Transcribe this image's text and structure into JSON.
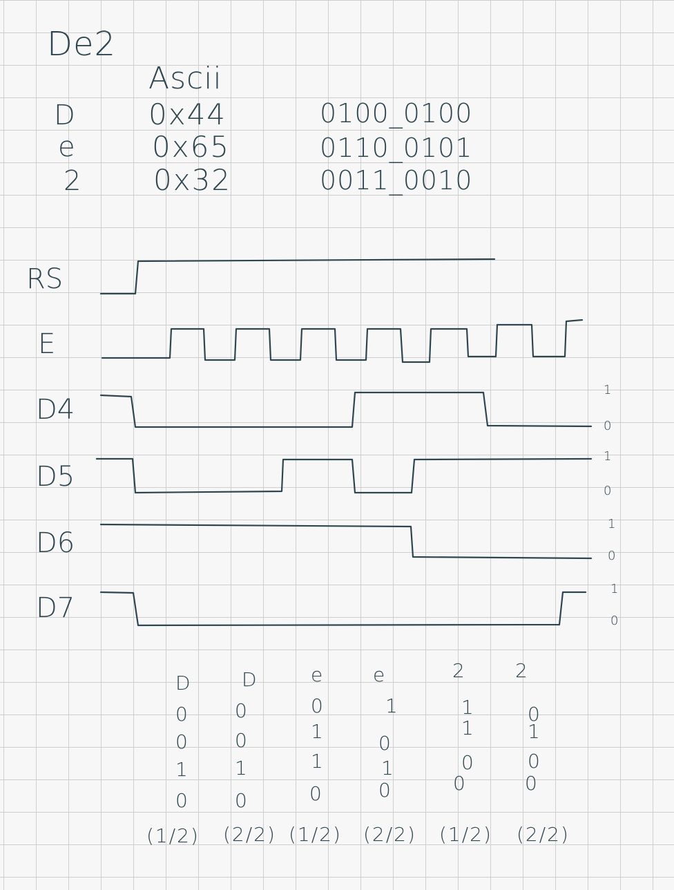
{
  "title": "De2",
  "ascii_header": "Ascii",
  "table": [
    {
      "char": "D",
      "hex": "0x44",
      "bin": "0100_0100"
    },
    {
      "char": "e",
      "hex": "0x65",
      "bin": "0110_0101"
    },
    {
      "char": "2",
      "hex": "0x32",
      "bin": "0011_0010"
    }
  ],
  "signals": [
    "RS",
    "E",
    "D4",
    "D5",
    "D6",
    "D7"
  ],
  "levels": {
    "high": "1",
    "low": "0"
  },
  "nibbles": [
    {
      "char": "D",
      "bits": [
        "0",
        "0",
        "1",
        "0"
      ],
      "part": "(1/2)"
    },
    {
      "char": "D",
      "bits": [
        "0",
        "0",
        "1",
        "0"
      ],
      "part": "(2/2)"
    },
    {
      "char": "e",
      "bits": [
        "0",
        "1",
        "1",
        "0"
      ],
      "part": "(1/2)"
    },
    {
      "char": "e",
      "bits": [
        "1",
        "0",
        "1",
        "0"
      ],
      "part": "(2/2)"
    },
    {
      "char": "2",
      "bits": [
        "1",
        "1",
        "0",
        "0"
      ],
      "part": "(1/2)"
    },
    {
      "char": "2",
      "bits": [
        "0",
        "1",
        "0",
        "0"
      ],
      "part": "(2/2)"
    }
  ],
  "ink_color": "#2e4650"
}
